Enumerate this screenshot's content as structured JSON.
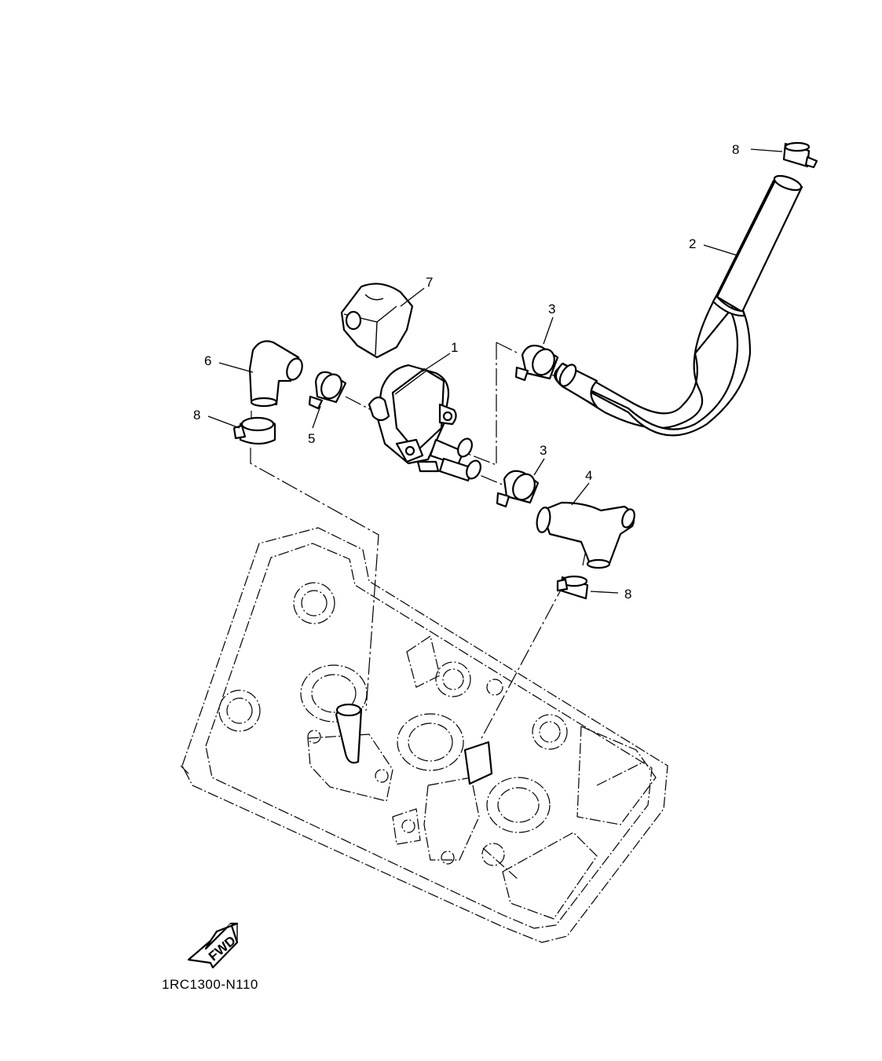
{
  "diagram_code": "1RC1300-N110",
  "direction_label": "FWD",
  "callouts": [
    {
      "id": "1",
      "part": "air-cut-valve"
    },
    {
      "id": "2",
      "part": "hose-long"
    },
    {
      "id": "3",
      "part": "clip-upper"
    },
    {
      "id": "3",
      "part": "clip-lower"
    },
    {
      "id": "4",
      "part": "hose-elbow-right"
    },
    {
      "id": "5",
      "part": "clip-small"
    },
    {
      "id": "6",
      "part": "hose-elbow-left"
    },
    {
      "id": "7",
      "part": "rubber-cover"
    },
    {
      "id": "8",
      "part": "clamp-top"
    },
    {
      "id": "8",
      "part": "clamp-left"
    },
    {
      "id": "8",
      "part": "clamp-right"
    }
  ]
}
